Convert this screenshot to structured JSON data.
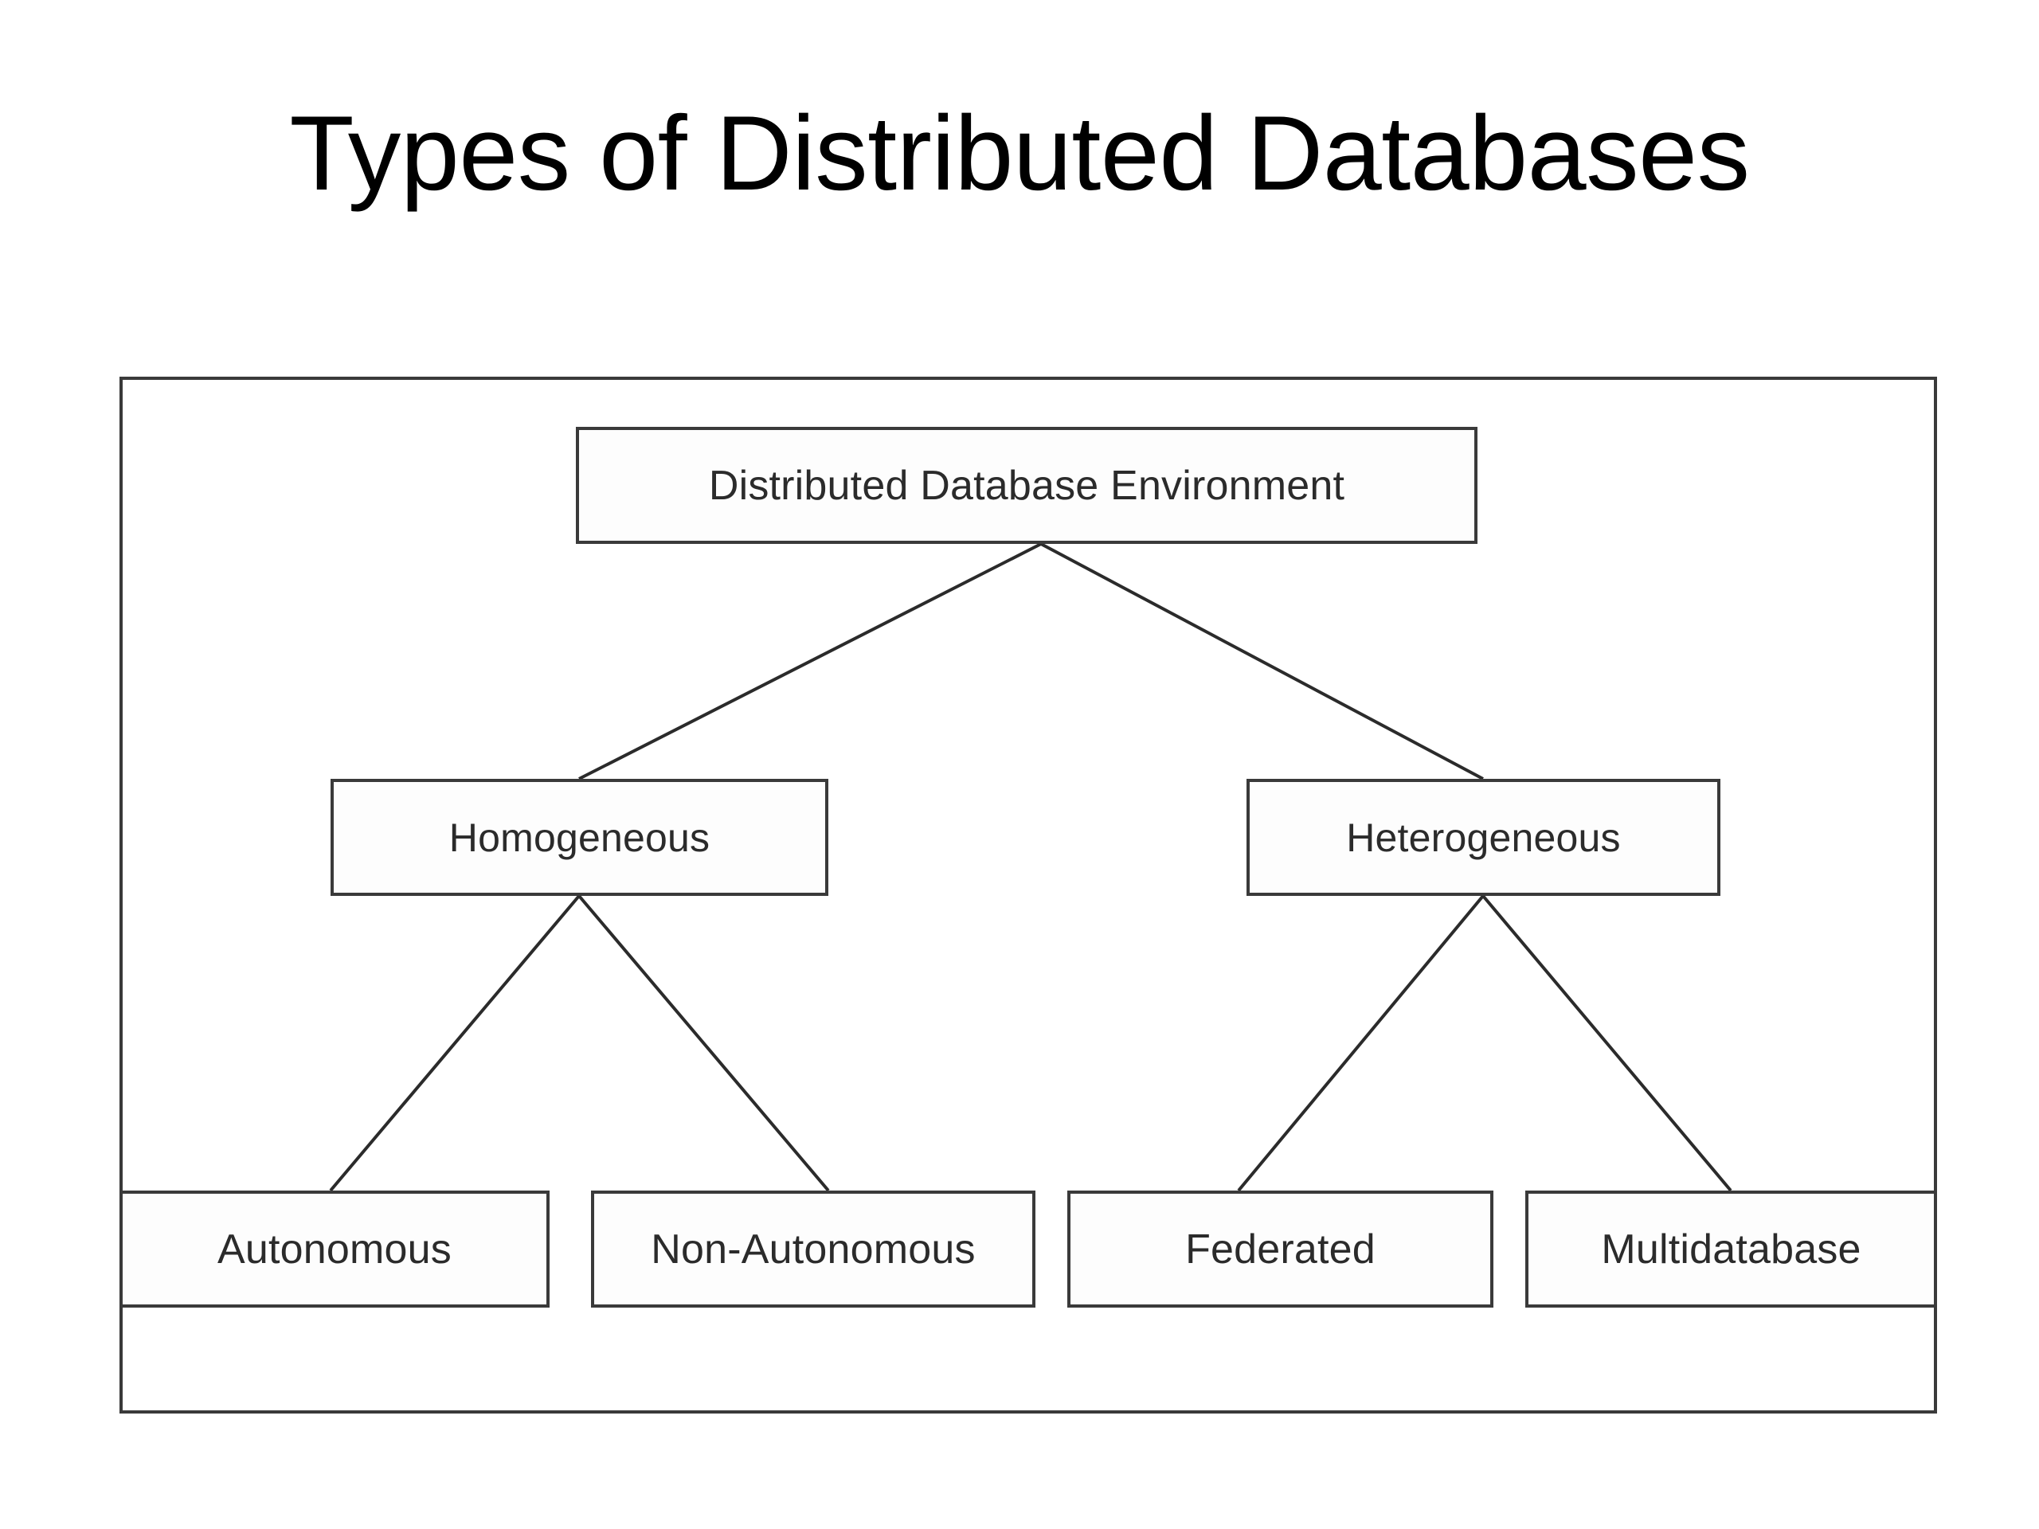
{
  "slide": {
    "title": "Types of Distributed Databases",
    "background_color": "#ffffff",
    "text_color": "#000000"
  },
  "diagram": {
    "name": "distributed-database-types-tree",
    "border_color": "#3a3a3a",
    "node_fill_color": "#fdfdfd",
    "line_color": "#2b2b2b",
    "root": {
      "label": "Distributed Database Environment"
    },
    "branches": [
      {
        "label": "Homogeneous"
      },
      {
        "label": "Heterogeneous"
      }
    ],
    "leaves": [
      {
        "label": "Autonomous",
        "parent": "Homogeneous"
      },
      {
        "label": "Non-Autonomous",
        "parent": "Homogeneous"
      },
      {
        "label": "Federated",
        "parent": "Heterogeneous"
      },
      {
        "label": "Multidatabase",
        "parent": "Heterogeneous"
      }
    ]
  },
  "chart_data": {
    "type": "table",
    "title": "Types of Distributed Databases",
    "nodes": [
      {
        "id": "root",
        "label": "Distributed Database Environment",
        "level": 0,
        "parent": null
      },
      {
        "id": "homogeneous",
        "label": "Homogeneous",
        "level": 1,
        "parent": "root"
      },
      {
        "id": "heterogeneous",
        "label": "Heterogeneous",
        "level": 1,
        "parent": "root"
      },
      {
        "id": "autonomous",
        "label": "Autonomous",
        "level": 2,
        "parent": "homogeneous"
      },
      {
        "id": "non-autonomous",
        "label": "Non-Autonomous",
        "level": 2,
        "parent": "homogeneous"
      },
      {
        "id": "federated",
        "label": "Federated",
        "level": 2,
        "parent": "heterogeneous"
      },
      {
        "id": "multidatabase",
        "label": "Multidatabase",
        "level": 2,
        "parent": "heterogeneous"
      }
    ],
    "edges": [
      {
        "from": "root",
        "to": "homogeneous"
      },
      {
        "from": "root",
        "to": "heterogeneous"
      },
      {
        "from": "homogeneous",
        "to": "autonomous"
      },
      {
        "from": "homogeneous",
        "to": "non-autonomous"
      },
      {
        "from": "heterogeneous",
        "to": "federated"
      },
      {
        "from": "heterogeneous",
        "to": "multidatabase"
      }
    ]
  }
}
